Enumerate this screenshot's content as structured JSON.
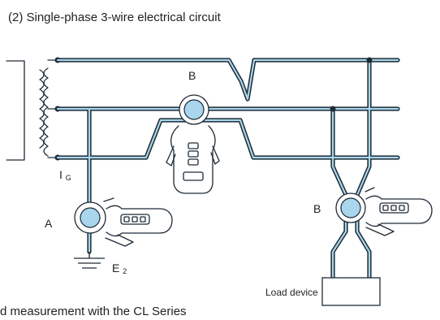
{
  "header": {
    "title": "(2) Single-phase 3-wire electrical circuit"
  },
  "labels": {
    "clamp_a": "A",
    "clamp_b_top": "B",
    "clamp_b_right": "B",
    "current_main": "I",
    "current_sub": "G",
    "ground_main": "E",
    "ground_sub": "2",
    "load_device": "Load device"
  },
  "caption": {
    "text": "d measurement with the CL Series"
  },
  "colors": {
    "wire_fill": "#a9d6ec",
    "wire_outline": "#1d2a36",
    "ink": "#1d2a36"
  },
  "icons": {
    "transformer": "transformer-coil-icon",
    "clamp_meter": "clamp-meter-icon",
    "ground": "ground-symbol-icon"
  }
}
